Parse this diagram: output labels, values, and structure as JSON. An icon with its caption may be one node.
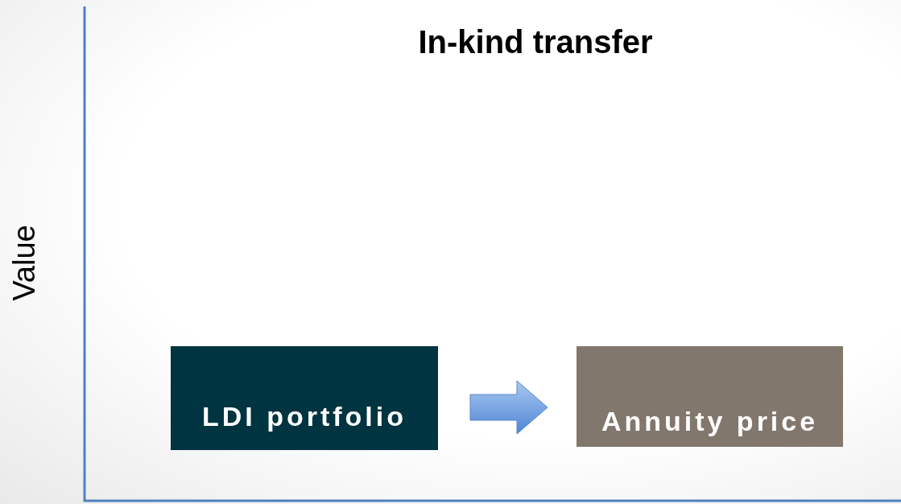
{
  "diagram": {
    "title": "In-kind transfer",
    "nodes": [
      {
        "text": [
          "LDI portfolio"
        ]
      },
      {
        "text": [
          "Annuity price"
        ]
      }
    ],
    "edges": [
      {
        "from": 0,
        "to": 1,
        "arrow": "to"
      }
    ],
    "labels": [
      "Value"
    ]
  }
}
